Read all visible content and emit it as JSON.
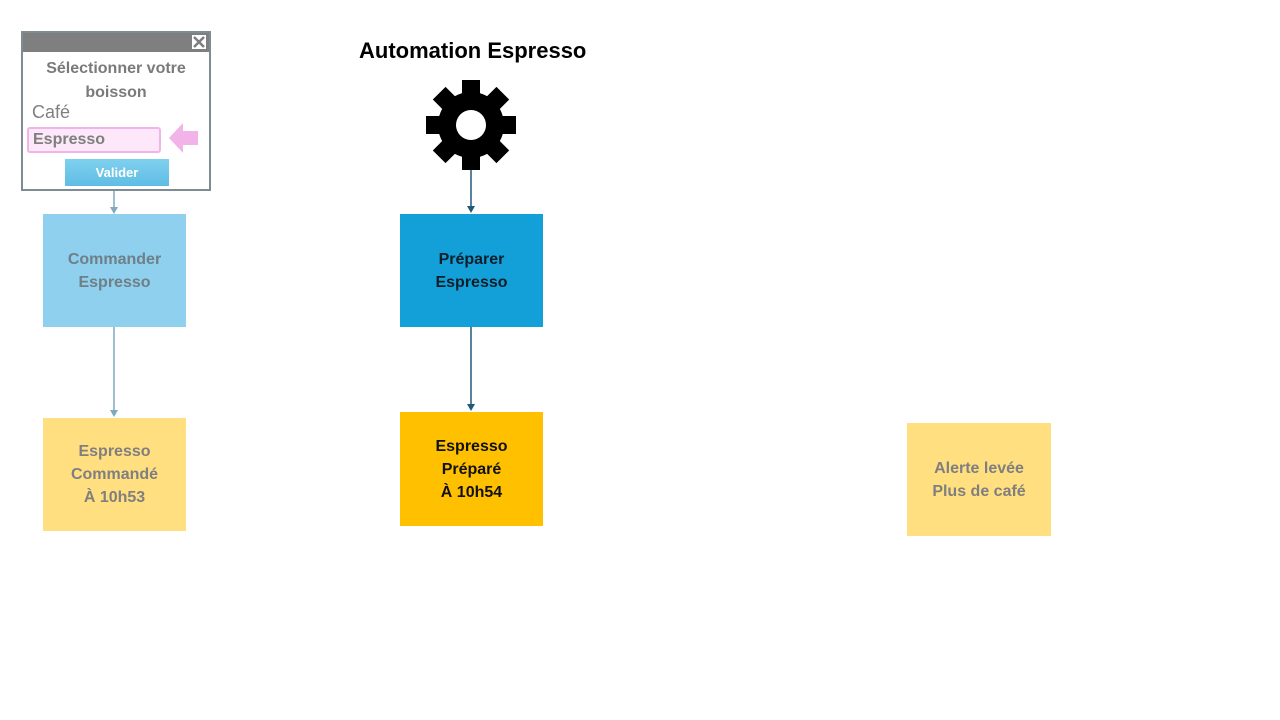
{
  "title": "Automation Espresso",
  "dialog": {
    "heading": "Sélectionner votre boisson",
    "options": [
      "Café",
      "Espresso"
    ],
    "selected": "Espresso",
    "validate_label": "Valider"
  },
  "boxes": {
    "commander": {
      "line1": "Commander",
      "line2": "Espresso"
    },
    "preparer": {
      "line1": "Préparer",
      "line2": "Espresso"
    },
    "ordered": {
      "line1": "Espresso",
      "line2": "Commandé",
      "line3": "À 10h53"
    },
    "prepared": {
      "line1": "Espresso",
      "line2": "Préparé",
      "line3": "À 10h54"
    },
    "alert": {
      "line1": "Alerte levée",
      "line2": "Plus de café"
    }
  },
  "colors": {
    "command": "#8ed0ee",
    "prepare": "#13a0d8",
    "event_light": "#ffdf80",
    "event_strong": "#ffc000",
    "highlight": "#f2b4e8"
  }
}
